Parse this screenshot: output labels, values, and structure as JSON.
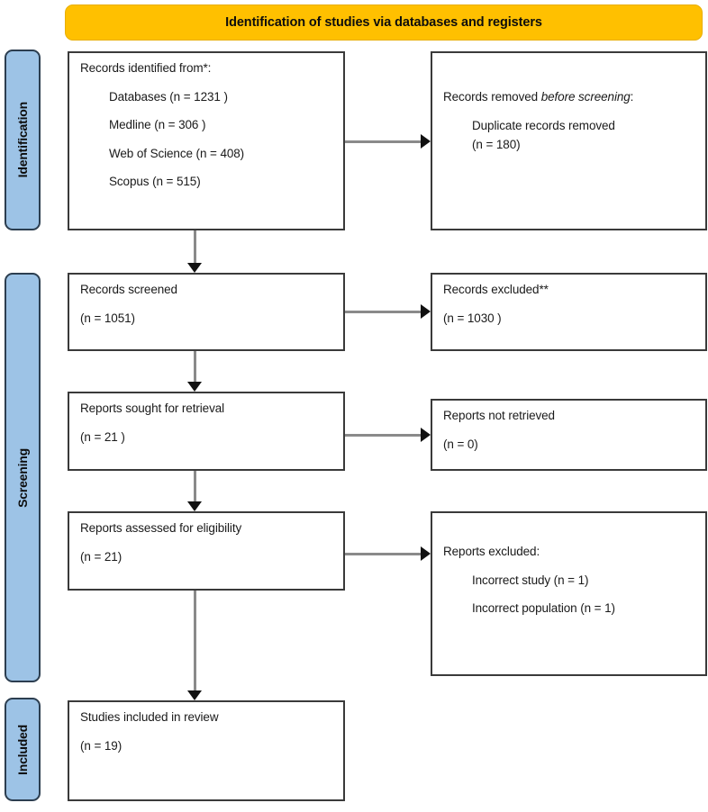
{
  "banner": {
    "title": "Identification of studies via databases and registers"
  },
  "colors": {
    "banner_bg": "#FFC000",
    "stage_bg": "#9DC3E6",
    "box_border": "#3a3a3a",
    "connector": "#8a8a8a",
    "arrow_head": "#111111",
    "text": "#1a1a1a"
  },
  "stages": [
    {
      "label": "Identification"
    },
    {
      "label": "Screening"
    },
    {
      "label": "Included"
    }
  ],
  "boxes": {
    "identified": {
      "heading": "Records identified from*:",
      "items": [
        "Databases (n = 1231 )",
        "Medline (n = 306 )",
        "Web of Science (n = 408)",
        "Scopus (n = 515)"
      ]
    },
    "removed": {
      "heading_pre": "Records removed ",
      "heading_italic": "before screening",
      "heading_post": ":",
      "items": [
        "Duplicate records removed",
        "(n = 180)"
      ]
    },
    "screened": {
      "heading": "Records screened",
      "count": "(n = 1051)"
    },
    "excluded": {
      "heading": "Records excluded**",
      "count": "(n = 1030 )"
    },
    "sought": {
      "heading": "Reports sought for retrieval",
      "count": "(n = 21 )"
    },
    "not_retrieved": {
      "heading": "Reports not retrieved",
      "count": "(n = 0)"
    },
    "assessed": {
      "heading": "Reports assessed for eligibility",
      "count": "(n = 21)"
    },
    "reports_excluded": {
      "heading": "Reports excluded:",
      "items": [
        "Incorrect study (n = 1)",
        "Incorrect population (n = 1)"
      ]
    },
    "included": {
      "heading": "Studies included in review",
      "count": "(n = 19)"
    }
  },
  "chart_data": {
    "type": "diagram",
    "title": "Identification of studies via databases and registers",
    "nodes": [
      {
        "id": "identified",
        "stage": "Identification",
        "column": "left",
        "label": "Records identified from*:",
        "values": {
          "Databases": 1231,
          "Medline": 306,
          "Web of Science": 408,
          "Scopus": 515
        }
      },
      {
        "id": "removed",
        "stage": "Identification",
        "column": "right",
        "label": "Records removed before screening:",
        "values": {
          "Duplicate records removed": 180
        }
      },
      {
        "id": "screened",
        "stage": "Screening",
        "column": "left",
        "label": "Records screened",
        "values": {
          "n": 1051
        }
      },
      {
        "id": "excluded",
        "stage": "Screening",
        "column": "right",
        "label": "Records excluded**",
        "values": {
          "n": 1030
        }
      },
      {
        "id": "sought",
        "stage": "Screening",
        "column": "left",
        "label": "Reports sought for retrieval",
        "values": {
          "n": 21
        }
      },
      {
        "id": "not_retrieved",
        "stage": "Screening",
        "column": "right",
        "label": "Reports not retrieved",
        "values": {
          "n": 0
        }
      },
      {
        "id": "assessed",
        "stage": "Screening",
        "column": "left",
        "label": "Reports assessed for eligibility",
        "values": {
          "n": 21
        }
      },
      {
        "id": "reports_excluded",
        "stage": "Screening",
        "column": "right",
        "label": "Reports excluded:",
        "values": {
          "Incorrect study": 1,
          "Incorrect population": 1
        }
      },
      {
        "id": "included",
        "stage": "Included",
        "column": "left",
        "label": "Studies included in review",
        "values": {
          "n": 19
        }
      }
    ],
    "edges": [
      {
        "from": "identified",
        "to": "removed",
        "direction": "right"
      },
      {
        "from": "identified",
        "to": "screened",
        "direction": "down"
      },
      {
        "from": "screened",
        "to": "excluded",
        "direction": "right"
      },
      {
        "from": "screened",
        "to": "sought",
        "direction": "down"
      },
      {
        "from": "sought",
        "to": "not_retrieved",
        "direction": "right"
      },
      {
        "from": "sought",
        "to": "assessed",
        "direction": "down"
      },
      {
        "from": "assessed",
        "to": "reports_excluded",
        "direction": "right"
      },
      {
        "from": "assessed",
        "to": "included",
        "direction": "down"
      }
    ]
  }
}
